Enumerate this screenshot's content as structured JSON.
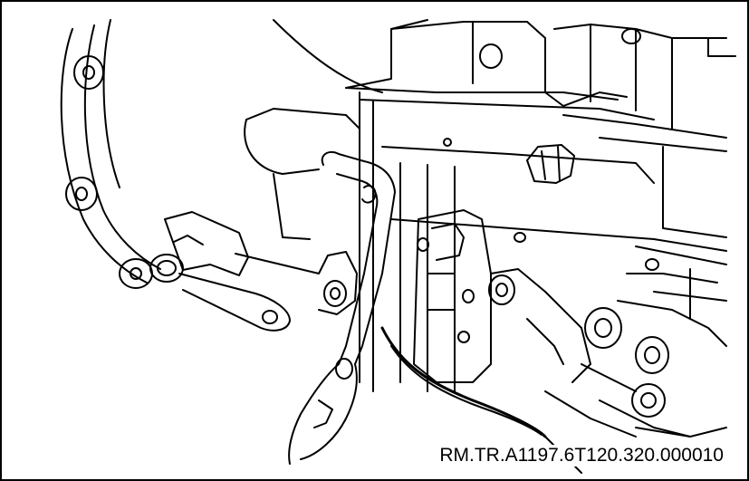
{
  "diagram": {
    "reference_code": "RM.TR.A1197.6T120.320.000010",
    "line_color": "#000000",
    "background_color": "#ffffff",
    "icons": [
      "transmission-housing",
      "wrench-tool",
      "bolt-icon",
      "bracket-icon"
    ]
  }
}
